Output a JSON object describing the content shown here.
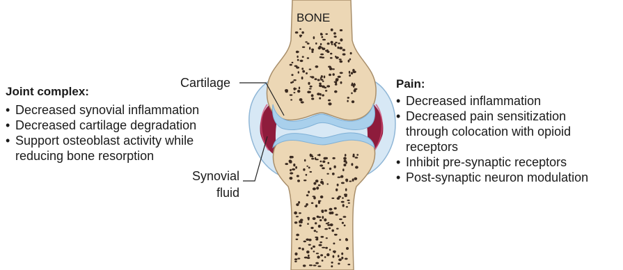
{
  "bone_label": "BONE",
  "left_panel": {
    "heading": "Joint complex:",
    "items": [
      "Decreased synovial inflammation",
      "Decreased cartilage degradation",
      "Support osteoblast activity while reducing bone resorption"
    ]
  },
  "right_panel": {
    "heading": "Pain:",
    "items": [
      "Decreased inflammation",
      "Decreased pain sensitization through colocation with opioid receptors",
      "Inhibit pre-synaptic receptors",
      "Post-synaptic neuron modulation"
    ]
  },
  "labels": {
    "cartilage": "Cartilage",
    "synovial_fluid_line1": "Synovial",
    "synovial_fluid_line2": "fluid"
  },
  "colors": {
    "bone": "#ecd7b5",
    "bone_outline": "#a88e6a",
    "capsule": "#bcd8ee",
    "cartilage": "#a9d0ec",
    "synovial": "#8e1c3c",
    "marrow_dots": "#3a2a20"
  }
}
